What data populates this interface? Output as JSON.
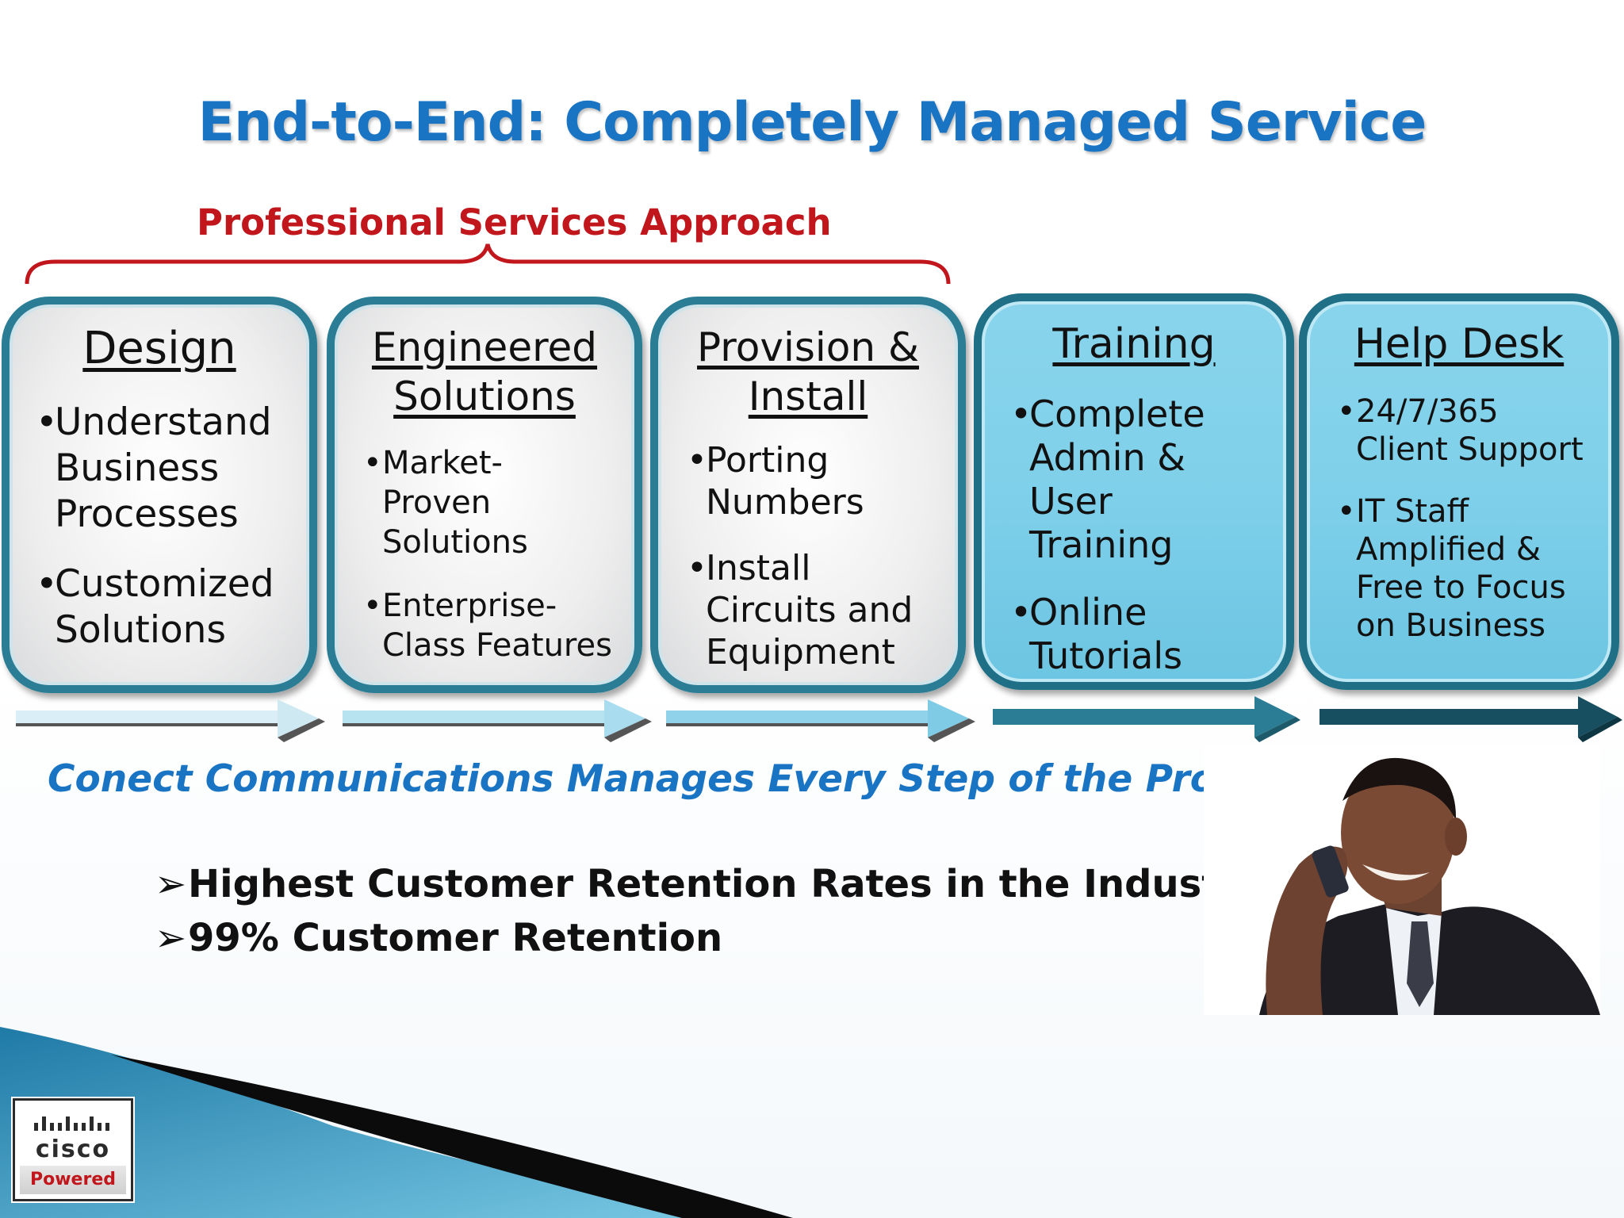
{
  "title": "End-to-End:  Completely Managed Service",
  "approach_label": "Professional Services Approach",
  "steps": [
    {
      "title_lines": [
        "Design"
      ],
      "bullets": [
        [
          "Understand",
          "Business",
          "Processes"
        ],
        [
          "Customized",
          "Solutions"
        ]
      ]
    },
    {
      "title_lines": [
        "Engineered",
        "Solutions"
      ],
      "bullets": [
        [
          "Market-",
          "Proven",
          "Solutions"
        ],
        [
          "Enterprise-",
          "Class Features"
        ]
      ]
    },
    {
      "title_lines": [
        "Provision &",
        "Install"
      ],
      "bullets": [
        [
          "Porting",
          "Numbers"
        ],
        [
          "Install",
          "Circuits and",
          "Equipment"
        ]
      ]
    },
    {
      "title_lines": [
        "Training"
      ],
      "bullets": [
        [
          "Complete",
          "Admin &",
          "User",
          "Training"
        ],
        [
          "Online",
          "Tutorials"
        ]
      ]
    },
    {
      "title_lines": [
        "Help Desk"
      ],
      "bullets": [
        [
          "24/7/365",
          "Client Support"
        ],
        [
          "IT Staff",
          "Amplified &",
          "Free to Focus",
          "on Business"
        ]
      ]
    }
  ],
  "tagline": "Conect Communications Manages Every Step of the Process",
  "points": [
    "Highest Customer Retention Rates in the Industry",
    "99% Customer Retention"
  ],
  "logo": {
    "name": "cisco",
    "tag": "Powered"
  },
  "colors": {
    "title": "#1a74c4",
    "approach": "#c0161c",
    "box_border": "#2a7d95",
    "blue_box": "#7fd0ea"
  }
}
